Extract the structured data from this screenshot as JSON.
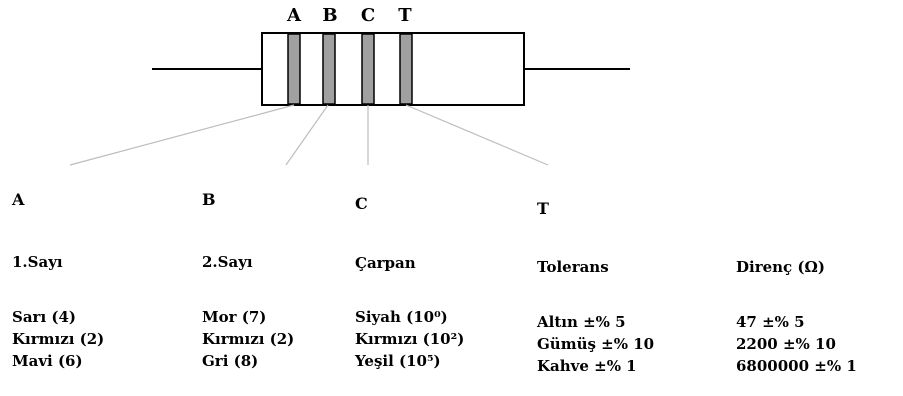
{
  "diagram": {
    "band_labels": [
      "A",
      "B",
      "C",
      "T"
    ]
  },
  "columns": [
    {
      "letter": "A",
      "head": "1.Sayı",
      "items": [
        "Sarı (4)",
        "Kırmızı (2)",
        "Mavi (6)"
      ]
    },
    {
      "letter": "B",
      "head": "2.Sayı",
      "items": [
        "Mor (7)",
        "Kırmızı (2)",
        "Gri (8)"
      ]
    },
    {
      "letter": "C",
      "head": "Çarpan",
      "items": [
        "Siyah (10⁰)",
        "Kırmızı (10²)",
        "Yeşil (10⁵)"
      ]
    },
    {
      "letter": "T",
      "head": "Tolerans",
      "items": [
        "Altın ±% 5",
        "Gümüş ±% 10",
        "Kahve ±% 1"
      ]
    },
    {
      "letter": "",
      "head": "Direnç (Ω)",
      "items": [
        "47 ±% 5",
        "2200 ±% 10",
        "6800000 ±% 1"
      ]
    }
  ],
  "colors": {
    "band": "#a0a0a0",
    "wire": "#000000",
    "pointer": "#bdbdbd",
    "outline": "#000000"
  }
}
